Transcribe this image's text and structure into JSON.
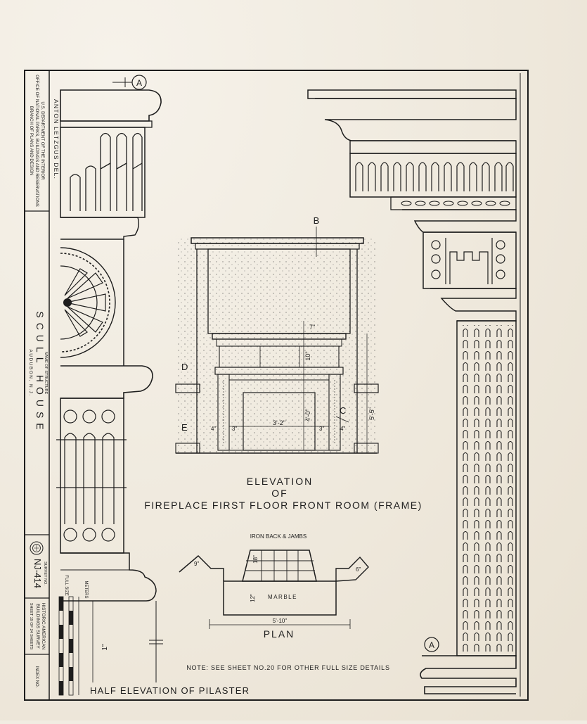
{
  "title_block": {
    "agency_line1": "U.S. DEPARTMENT OF THE INTERIOR",
    "agency_line2": "OFFICE OF NATIONAL PARKS, BUILDINGS AND RESERVATIONS",
    "agency_line3": "BRANCH OF PLANS AND DESIGN",
    "delineator": "ANTON LETZGUS DEL.",
    "name_of_structure_label": "NAME OF STRUCTURE",
    "structure_name": "SCULL HOUSE",
    "location": "AUDUBON, N.J.",
    "survey_no_label": "SURVEY NO.",
    "survey_no": "NJ-414",
    "habs_line1": "HISTORIC AMERICAN",
    "habs_line2": "BUILDINGS SURVEY",
    "sheet_info": "SHEET 19 OF 24 SHEETS",
    "index_label": "INDEX NO.",
    "scale_label": "FULL SIZE",
    "meters_label": "METERS"
  },
  "marks": {
    "section_a_top": "A",
    "section_a_bottom": "A",
    "b": "B",
    "c": "C",
    "d": "D",
    "e": "E"
  },
  "elevation": {
    "title_line1": "ELEVATION",
    "title_line2": "OF",
    "title_line3": "FIREPLACE FIRST FLOOR FRONT ROOM (FRAME)",
    "dim_top": "7\"",
    "dim_frieze": "10\"",
    "dim_opening_height": "4'-0\"",
    "dim_mantel_height": "5'-5\"",
    "dim_opening_width": "3'-2\"",
    "dim_left_1": "4\"",
    "dim_left_2": "3\"",
    "dim_right_1": "3\"",
    "dim_right_2": "4\""
  },
  "plan": {
    "title": "PLAN",
    "iron_label": "IRON BACK & JAMBS",
    "marble_label": "MARBLE",
    "dim_width": "5'-10\"",
    "dim_left": "9\"",
    "dim_right": "6\"",
    "dim_depth": "18\"",
    "dim_hearth": "12\""
  },
  "pilaster": {
    "caption": "HALF ELEVATION OF PILASTER",
    "dim_base": "1\""
  },
  "note": "NOTE: SEE SHEET NO.20 FOR OTHER FULL SIZE DETAILS"
}
